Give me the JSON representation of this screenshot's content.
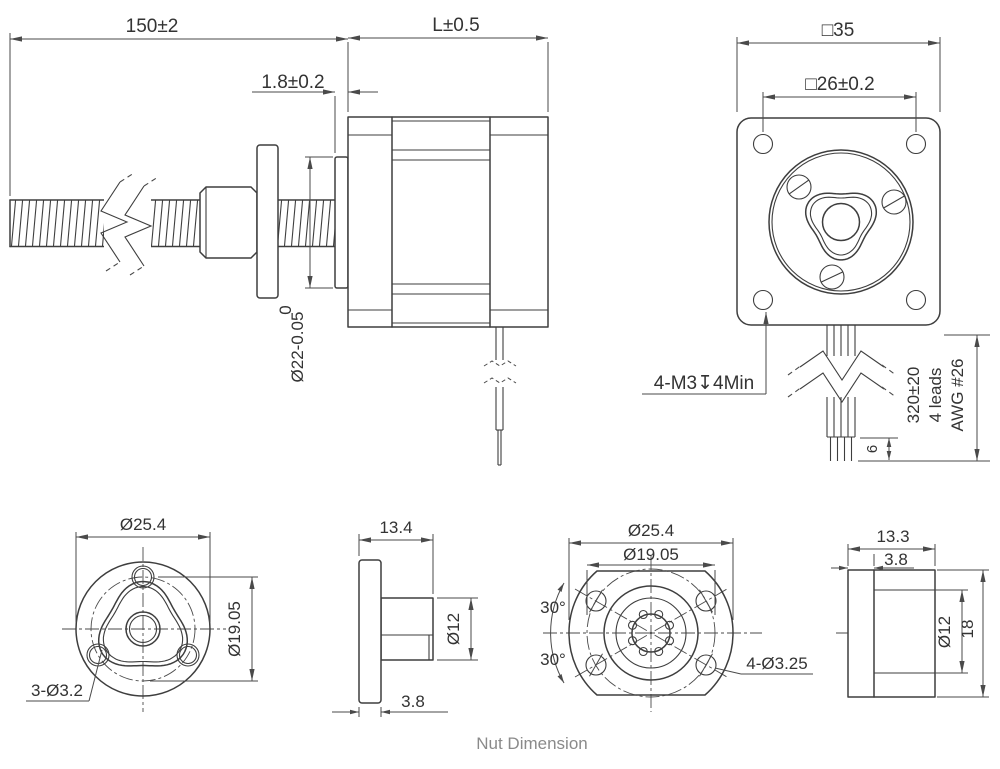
{
  "colors": {
    "line": "#3e3e3e",
    "dimension": "#4a4a4a",
    "text": "#333333",
    "caption": "#8a8a8a",
    "background": "#ffffff"
  },
  "caption": "Nut Dimension",
  "side_view": {
    "screw_length": "150±2",
    "motor_length": "L±0.5",
    "boss_thickness": "1.8±0.2",
    "boss_dia_tol_upper": "0",
    "boss_dia": "Ø22-0.05"
  },
  "front_view": {
    "frame_size": "□35",
    "mount_spacing": "□26±0.2",
    "mount_holes": "4-M3↧4Min",
    "lead_length": "320±20",
    "lead_count": "4 leads",
    "wire_gauge": "AWG #26",
    "strip_length": "6"
  },
  "nut_a": {
    "front": {
      "flange_dia": "Ø25.4",
      "bolt_circle_dia": "Ø19.05",
      "mount_holes": "3-Ø3.2"
    },
    "side": {
      "total_length": "13.4",
      "body_dia": "Ø12",
      "flange_thickness": "3.8"
    }
  },
  "nut_b": {
    "front": {
      "flange_dia": "Ø25.4",
      "bolt_circle_dia": "Ø19.05",
      "angle_top": "30°",
      "angle_bottom": "30°",
      "mount_holes": "4-Ø3.25"
    },
    "side": {
      "total_length": "13.3",
      "flange_thickness": "3.8",
      "body_dia": "Ø12",
      "across_flats": "18"
    }
  }
}
